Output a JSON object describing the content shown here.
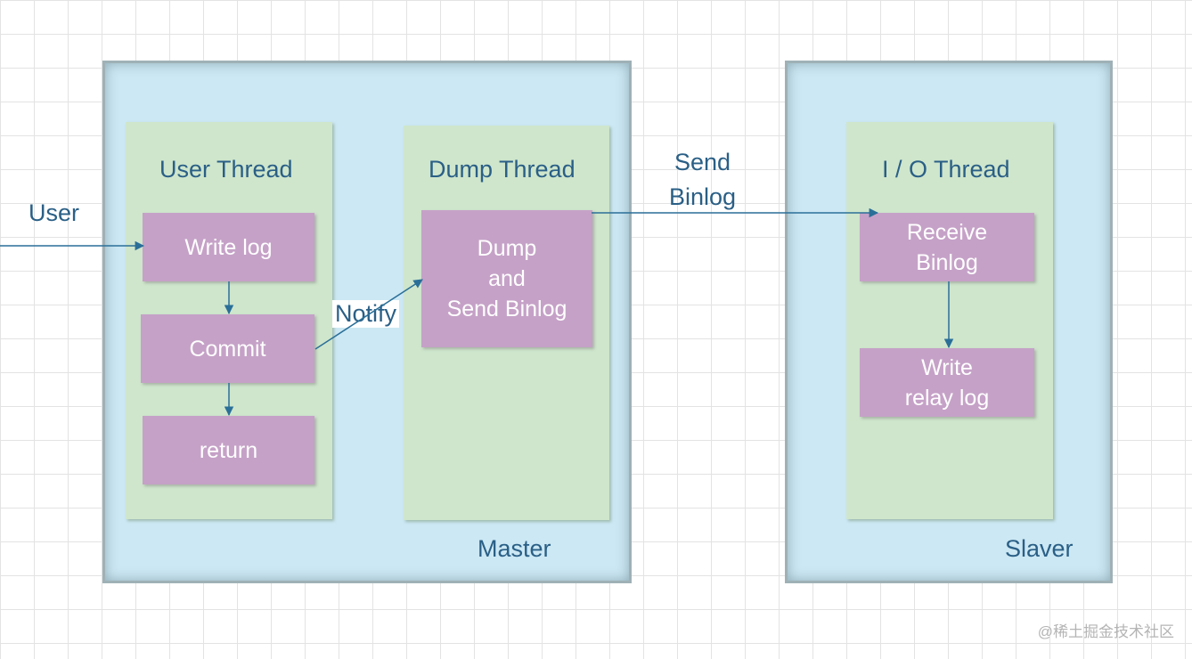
{
  "master": {
    "label": "Master",
    "user_thread": {
      "title": "User Thread",
      "steps": [
        "Write log",
        "Commit",
        "return"
      ]
    },
    "dump_thread": {
      "title": "Dump Thread",
      "step": "Dump\nand\nSend  Binlog"
    }
  },
  "slaver": {
    "label": "Slaver",
    "io_thread": {
      "title": "I / O Thread",
      "steps": [
        "Receive\nBinlog",
        "Write\nrelay log"
      ]
    }
  },
  "edge_labels": {
    "user": "User",
    "notify": "Notify",
    "send_binlog": "Send\nBinlog"
  },
  "watermark": "@稀土掘金技术社区",
  "colors": {
    "outer_box": "#cce8f4",
    "thread_box": "#cfe6cc",
    "step_box": "#c5a1c7",
    "text": "#2a5f86",
    "arrow": "#2a6f98"
  }
}
